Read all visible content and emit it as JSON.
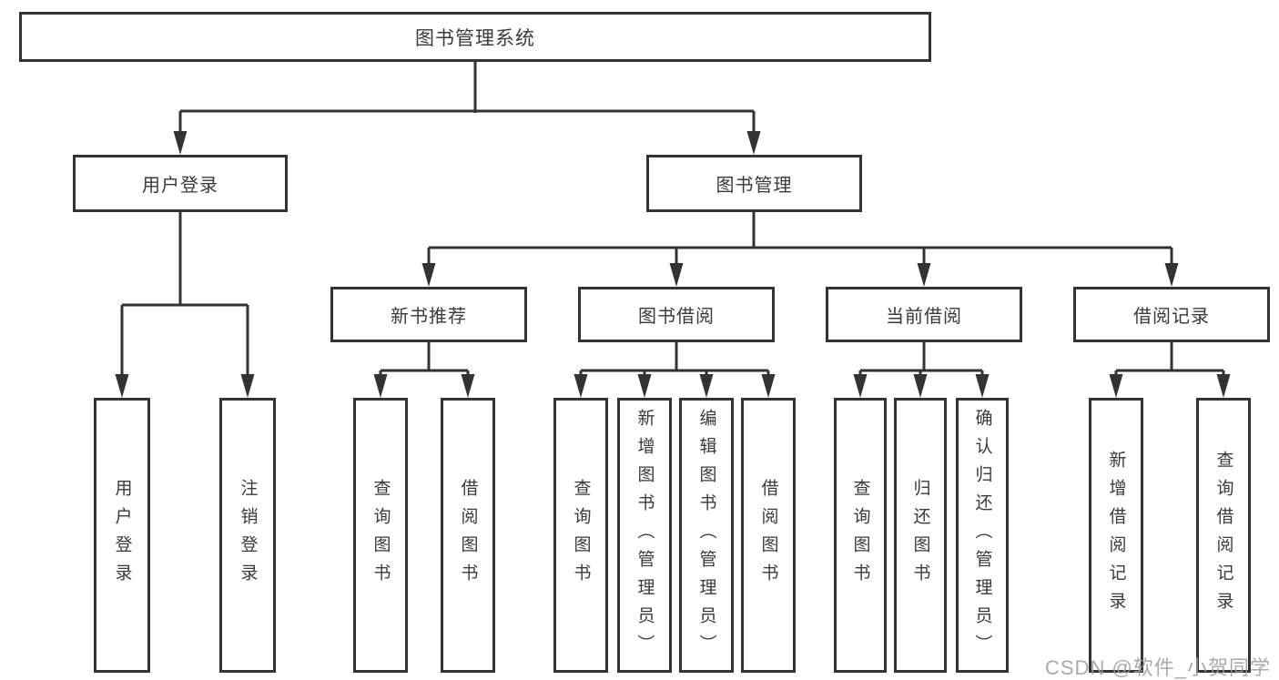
{
  "diagram": {
    "title_note": "library management system function structure diagram",
    "root": {
      "label": "图书管理系统"
    },
    "level2": {
      "user_login": {
        "label": "用户登录"
      },
      "book_management": {
        "label": "图书管理"
      }
    },
    "level3": {
      "new_book_recommend": {
        "label": "新书推荐"
      },
      "book_borrowing": {
        "label": "图书借阅"
      },
      "current_borrowing": {
        "label": "当前借阅"
      },
      "borrowing_records": {
        "label": "借阅记录"
      }
    },
    "leaves": {
      "user_login_group": [
        {
          "label": "用户登录"
        },
        {
          "label": "注销登录"
        }
      ],
      "new_book_group": [
        {
          "label": "查询图书"
        },
        {
          "label": "借阅图书"
        }
      ],
      "book_borrowing_group": [
        {
          "label": "查询图书"
        },
        {
          "label": "新增图书（管理员）"
        },
        {
          "label": "编辑图书（管理员）"
        },
        {
          "label": "借阅图书"
        }
      ],
      "current_borrowing_group": [
        {
          "label": "查询图书"
        },
        {
          "label": "归还图书"
        },
        {
          "label": "确认归还（管理员）"
        }
      ],
      "records_group": [
        {
          "label": "新增借阅记录"
        },
        {
          "label": "查询借阅记录"
        }
      ]
    }
  },
  "watermark": {
    "text": "CSDN @软件_小贺同学"
  },
  "colors": {
    "line": "#333333",
    "text": "#3a3a3a",
    "box_fill": "#ffffff",
    "background": "#ffffff",
    "watermark": "#9b9b9b"
  }
}
